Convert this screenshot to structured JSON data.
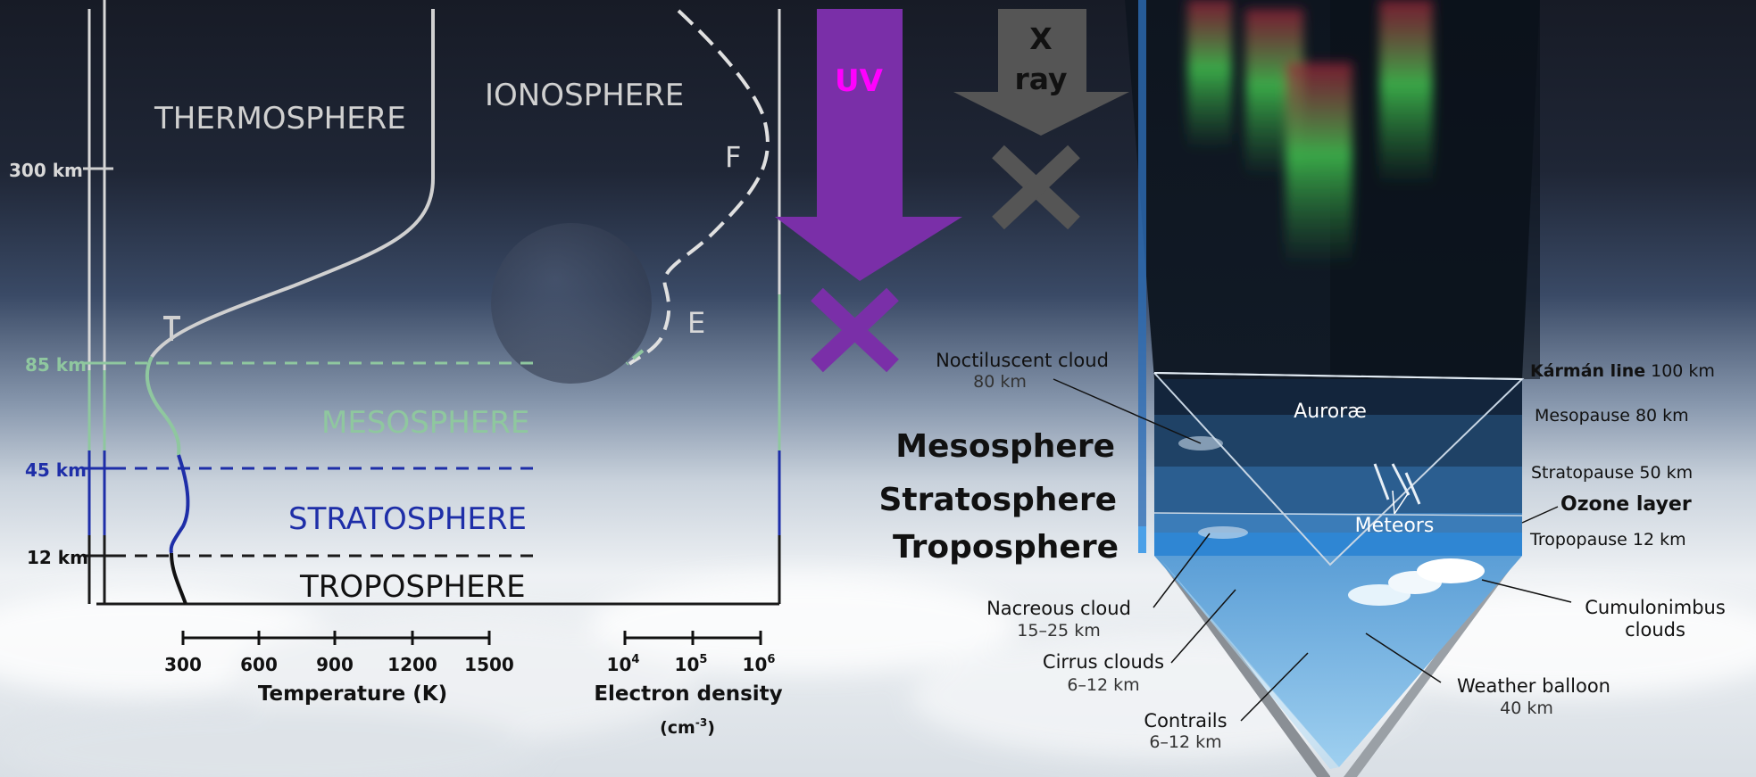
{
  "left_panel": {
    "altitudes": {
      "km300": "300 km",
      "km85": "85 km",
      "km45": "45 km",
      "km12": "12 km"
    },
    "layers": {
      "thermosphere": "THERMOSPHERE",
      "ionosphere": "IONOSPHERE",
      "mesosphere": "MESOSPHERE",
      "stratosphere": "STRATOSPHERE",
      "troposphere": "TROPOSPHERE"
    },
    "ion_layers": {
      "f": "F",
      "e": "E"
    },
    "temp_marker": "T",
    "temperature_axis": {
      "ticks": [
        "300",
        "600",
        "900",
        "1200",
        "1500"
      ],
      "label": "Temperature (K)"
    },
    "density_axis": {
      "ticks": [
        {
          "base": "10",
          "exp": "4"
        },
        {
          "base": "10",
          "exp": "5"
        },
        {
          "base": "10",
          "exp": "6"
        }
      ],
      "label": "Electron density",
      "unit_base": "(cm",
      "unit_exp": "-3",
      "unit_close": ")"
    }
  },
  "radiation": {
    "uv": "UV",
    "xray_line1": "X",
    "xray_line2": "ray"
  },
  "right_panel": {
    "big_layers": {
      "mesosphere": "Mesosphere",
      "stratosphere": "Stratosphere",
      "troposphere": "Troposphere"
    },
    "right_labels": {
      "karman_name": "Kármán line",
      "karman_alt": "100 km",
      "mesopause_name": "Mesopause",
      "mesopause_alt": "80 km",
      "stratopause_name": "Stratopause",
      "stratopause_alt": "50 km",
      "ozone": "Ozone layer",
      "tropopause_name": "Tropopause",
      "tropopause_alt": "12 km"
    },
    "inner_labels": {
      "aurorae": "Auroræ",
      "meteors": "Meteors"
    },
    "callouts": {
      "noctilucent_name": "Noctiluscent cloud",
      "noctilucent_alt": "80 km",
      "nacreous_name": "Nacreous cloud",
      "nacreous_alt": "15–25 km",
      "cirrus_name": "Cirrus clouds",
      "cirrus_alt": "6–12 km",
      "contrails_name": "Contrails",
      "contrails_alt": "6–12 km",
      "balloon_name": "Weather balloon",
      "balloon_alt": "40 km",
      "cumulonimbus_line1": "Cumulonimbus",
      "cumulonimbus_line2": "clouds"
    }
  },
  "colors": {
    "thermo": "#d0d0d0",
    "meso": "#8fc79f",
    "strato": "#1e2ea8",
    "tropo": "#111111",
    "uv": "#7a2fa8",
    "uv_text": "#ff00ff",
    "xray": "#555555"
  }
}
